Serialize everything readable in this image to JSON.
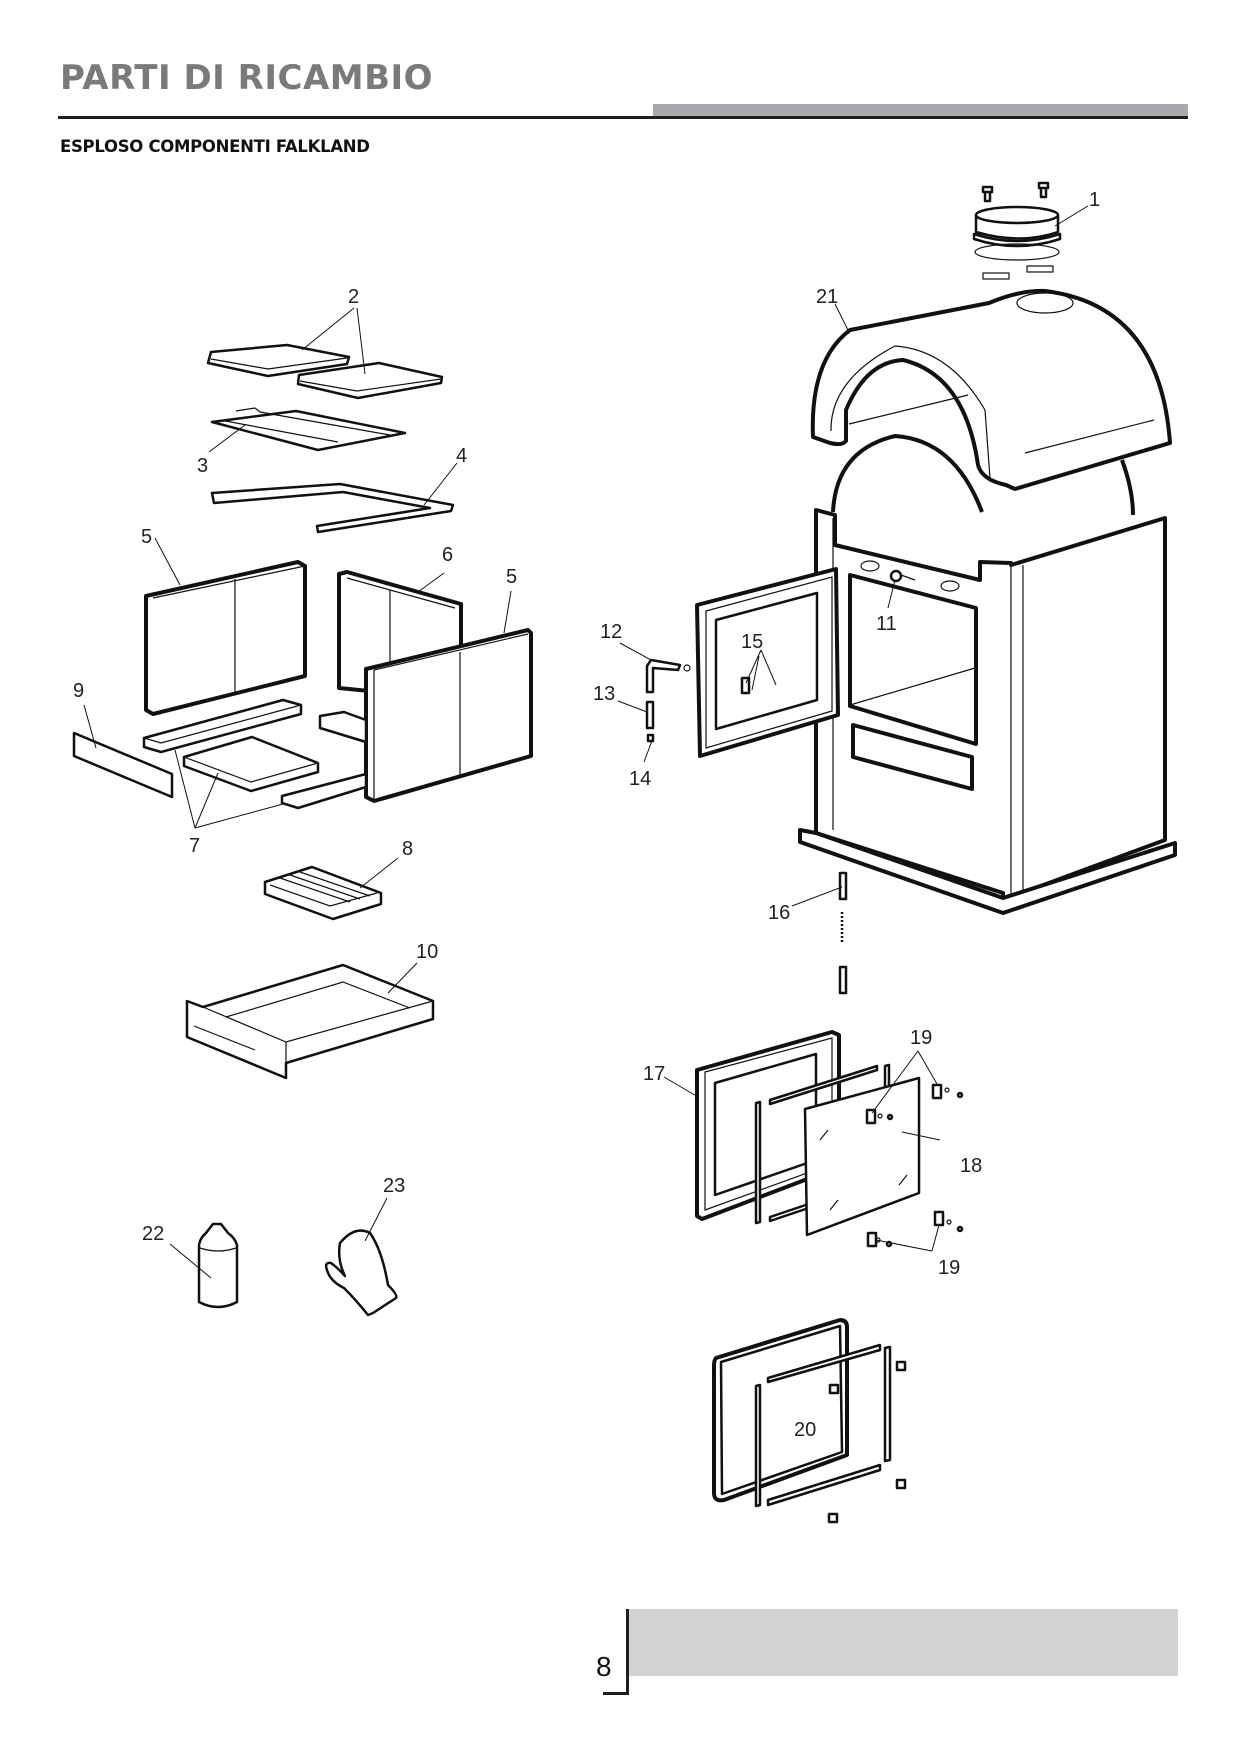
{
  "header": {
    "title": "PARTI DI RICAMBIO",
    "subtitle": "ESPLOSO COMPONENTI FALKLAND"
  },
  "colors": {
    "title": "#7a7a7c",
    "header_bar": "#a8a8ad",
    "footer_bar": "#d2d3d5",
    "line": "#1e1e1e"
  },
  "diagram": {
    "callouts": [
      {
        "id": "1",
        "label": "1",
        "part": "flue-collar"
      },
      {
        "id": "2",
        "label": "2",
        "part": "top-baffle-plates"
      },
      {
        "id": "3",
        "label": "3",
        "part": "deflector-plate"
      },
      {
        "id": "4",
        "label": "4",
        "part": "baffle-support-frame"
      },
      {
        "id": "5a",
        "label": "5",
        "part": "side-firebrick-left"
      },
      {
        "id": "5b",
        "label": "5",
        "part": "side-firebrick-right"
      },
      {
        "id": "6",
        "label": "6",
        "part": "rear-firebrick"
      },
      {
        "id": "7",
        "label": "7",
        "part": "base-firebricks"
      },
      {
        "id": "8",
        "label": "8",
        "part": "grate"
      },
      {
        "id": "9",
        "label": "9",
        "part": "front-log-retainer"
      },
      {
        "id": "10",
        "label": "10",
        "part": "ash-drawer"
      },
      {
        "id": "11",
        "label": "11",
        "part": "air-control-knob"
      },
      {
        "id": "12",
        "label": "12",
        "part": "door-handle"
      },
      {
        "id": "13",
        "label": "13",
        "part": "handle-grip"
      },
      {
        "id": "14",
        "label": "14",
        "part": "handle-cap"
      },
      {
        "id": "15",
        "label": "15",
        "part": "door-latch"
      },
      {
        "id": "16",
        "label": "16",
        "part": "hinge-pin"
      },
      {
        "id": "17",
        "label": "17",
        "part": "door-frame"
      },
      {
        "id": "18",
        "label": "18",
        "part": "ceramic-glass"
      },
      {
        "id": "19a",
        "label": "19",
        "part": "glass-clips-top"
      },
      {
        "id": "19b",
        "label": "19",
        "part": "glass-clips-bottom"
      },
      {
        "id": "20",
        "label": "20",
        "part": "door-gasket-kit"
      },
      {
        "id": "21",
        "label": "21",
        "part": "top-cover-hood"
      },
      {
        "id": "22",
        "label": "22",
        "part": "paint-spray"
      },
      {
        "id": "23",
        "label": "23",
        "part": "heat-glove"
      }
    ]
  },
  "footer": {
    "page_number": "8"
  }
}
